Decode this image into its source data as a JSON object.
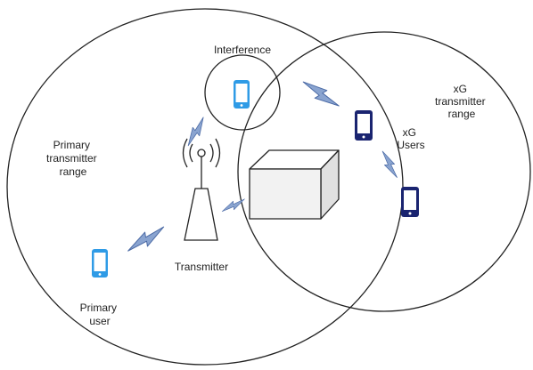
{
  "labels": {
    "interference": "Interference",
    "xg_range": [
      "xG",
      "transmitter",
      "range"
    ],
    "primary_range": [
      "Primary",
      "transmitter",
      "range"
    ],
    "xg_users": [
      "xG",
      "Users"
    ],
    "transmitter": "Transmitter",
    "primary_user": [
      "Primary",
      "user"
    ]
  },
  "colors": {
    "line": "#222222",
    "primary_phone": "#2f9be6",
    "xg_phone": "#1a2470",
    "bolt_fill": "#8aa4d0",
    "bolt_stroke": "#4b6aa5",
    "box_front": "#f2f2f2",
    "box_top": "#ffffff",
    "box_side": "#e0e0e0"
  },
  "icons": [
    "phone-icon",
    "lightning-bolt-icon",
    "transmitter-tower-icon",
    "building-box-icon"
  ]
}
